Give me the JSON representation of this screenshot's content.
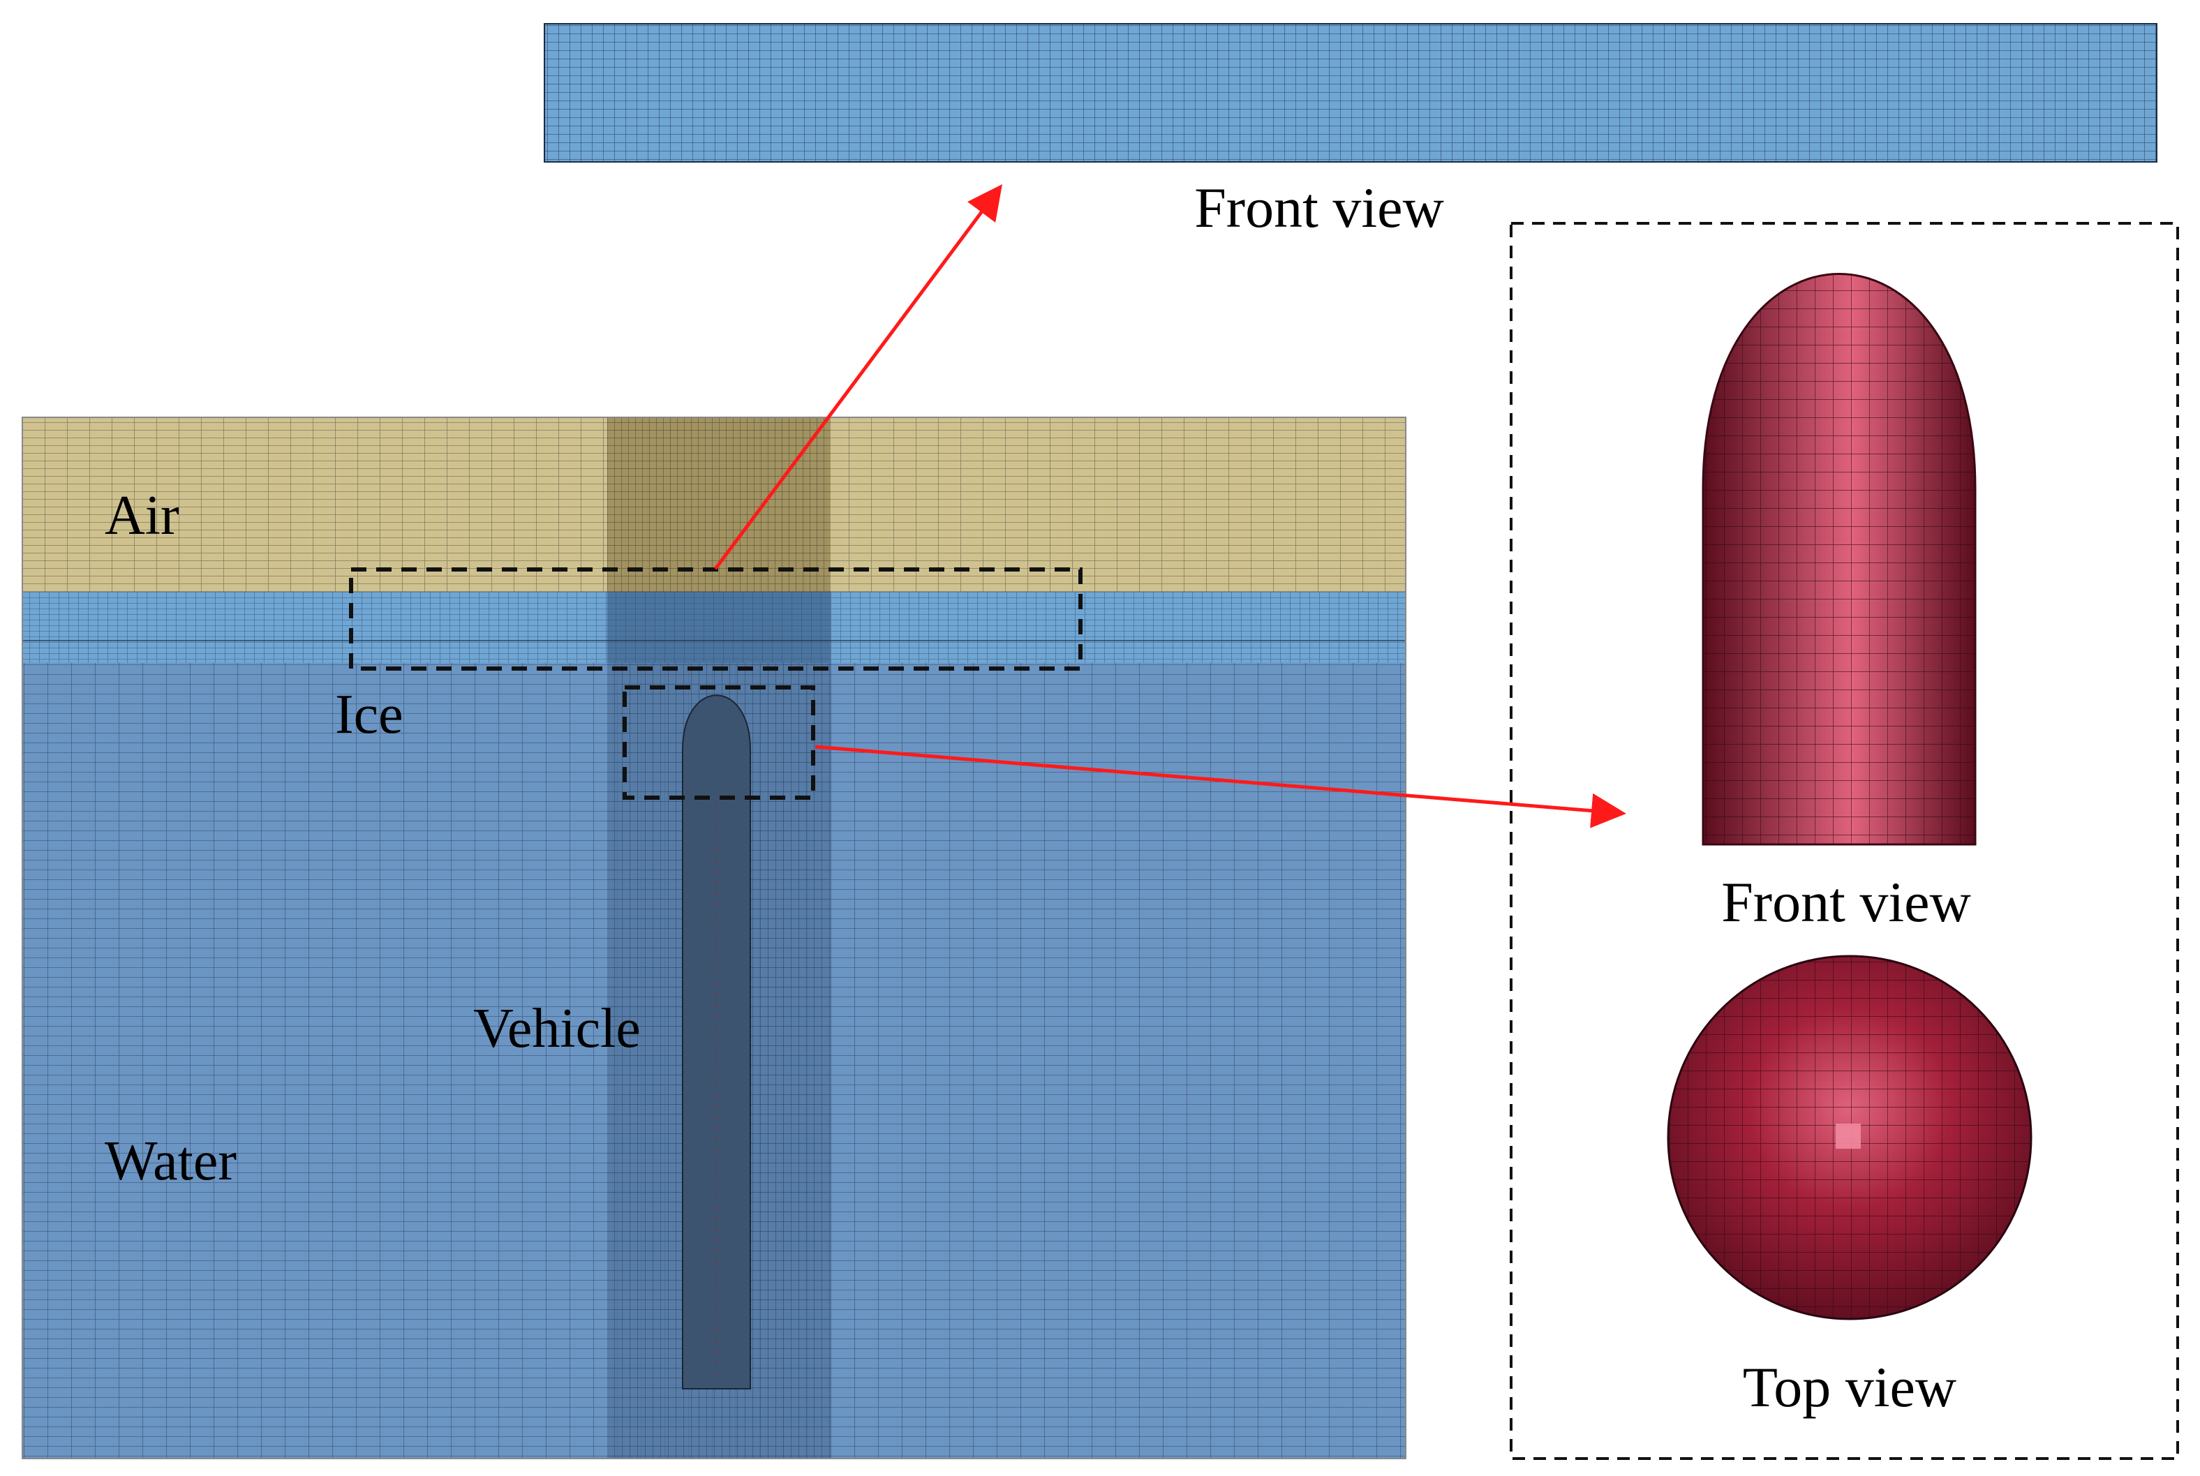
{
  "labels": {
    "air": "Air",
    "ice": "Ice",
    "water": "Water",
    "vehicle": "Vehicle",
    "ice_front_view": "Front view",
    "vehicle_front_view": "Front view",
    "vehicle_top_view": "Top view"
  },
  "colors": {
    "air": "#cfc28f",
    "air_dense": "#9c8e5c",
    "ice": "#6fa6d4",
    "ice_dense": "#2d4c72",
    "water": "#6b95c3",
    "water_dense": "#4f749e",
    "vehicle_in_mesh": "#3d5470",
    "vehicle": "#a3203a",
    "vehicle_highlight": "#e0627c",
    "vehicle_shadow": "#5a0d1e",
    "mesh_line": "#1f2a38",
    "arrow": "#ff1a1a",
    "dashed_box": "#111111"
  },
  "icons": {
    "arrow_to_ice_detail": "red-arrow",
    "arrow_to_vehicle_detail": "red-arrow"
  }
}
